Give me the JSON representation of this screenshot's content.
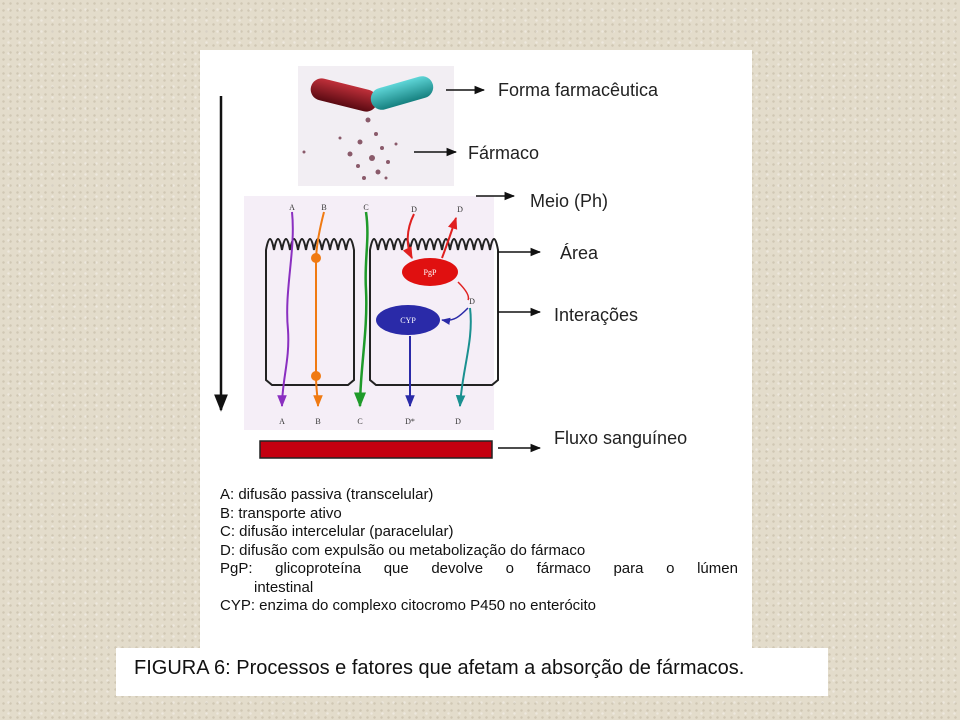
{
  "labels": {
    "forma": "Forma farmacêutica",
    "farmaco": "Fármaco",
    "meio": "Meio (Ph)",
    "area": "Área",
    "interacoes": "Interações",
    "fluxo": "Fluxo sanguíneo"
  },
  "pathway_letters": {
    "top": [
      "A",
      "B",
      "C",
      "D",
      "D"
    ],
    "bottom": [
      "A",
      "B",
      "C",
      "D*",
      "D"
    ],
    "d_mid": "D"
  },
  "enzymes": {
    "pgp": "PgP",
    "cyp": "CYP"
  },
  "legend": {
    "a": "A: difusão passiva (transcelular)",
    "b": "B: transporte ativo",
    "c": "C: difusão intercelular (paracelular)",
    "d": "D: difusão com expulsão ou metabolização do fármaco",
    "pgp_words": [
      "PgP:",
      "glicoproteína",
      "que",
      "devolve",
      "o",
      "fármaco",
      "para",
      "o",
      "lúmen"
    ],
    "pgp_cont": "intestinal",
    "cyp": "CYP: enzima do complexo citocromo P450 no enterócito"
  },
  "caption": "FIGURA 6: Processos e fatores que afetam a absorção de fármacos.",
  "colors": {
    "pathway_a": "#8a2fc0",
    "pathway_b": "#f07a12",
    "pathway_c": "#1f9a2a",
    "pathway_d_red": "#e02020",
    "pathway_d_teal": "#1a9090",
    "pgp": "#e01010",
    "cyp": "#2a2aa8",
    "blood": "#c40010"
  }
}
